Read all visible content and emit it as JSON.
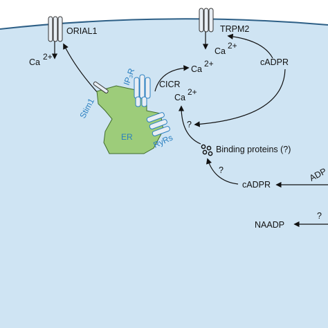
{
  "labels": {
    "orial1": "ORIAL1",
    "trpm2": "TRPM2",
    "ca_left": "Ca",
    "ca_trpm2": "Ca",
    "ca_top": "Ca",
    "ca_cicr": "Ca",
    "sup_2plus": "2+",
    "cadpr_top": "cADPR",
    "cadpr_bottom": "cADPR",
    "cicr": "CICR",
    "stim1": "Stim1",
    "ip3r": "IP₃R",
    "er": "ER",
    "ryrs": "RyRs",
    "binding_proteins": "Binding proteins (?)",
    "q1": "?",
    "q2": "?",
    "q3": "?",
    "naadp": "NAADP",
    "adp_cut": "ADP"
  },
  "colors": {
    "cytoplasm": "#cfe4f3",
    "membrane": "#2d5f86",
    "er_fill": "#9dcc7a",
    "er_stroke": "#3f6b2b",
    "accent_blue": "#2a7fc0",
    "arrow": "#111111"
  }
}
